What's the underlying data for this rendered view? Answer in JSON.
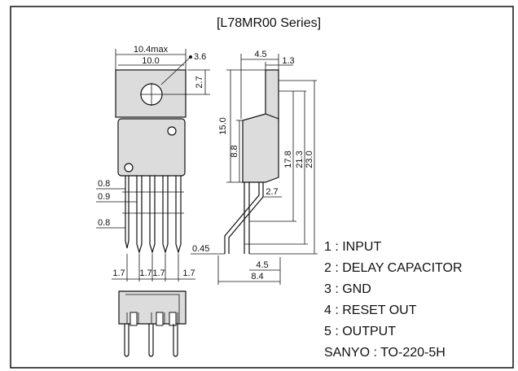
{
  "title": "[L78MR00 Series]",
  "front_view": {
    "dims": {
      "width_max": "10.4max",
      "width": "10.0",
      "hole_dia": "3.6",
      "hole_offset": "2.7",
      "lead_width_a": "0.8",
      "lead_width_b": "0.9",
      "lead_width_c": "0.8",
      "pitch_1": "1.7",
      "pitch_2": "1.7",
      "pitch_3": "1.7",
      "pitch_4": "1.7"
    }
  },
  "side_view": {
    "dims": {
      "tab_thickness": "4.5",
      "tab_offset": "1.3",
      "body_height": "15.0",
      "mold_height": "8.8",
      "height_17": "17.8",
      "height_21": "21.3",
      "height_23": "23.0",
      "bend": "2.7",
      "lead_thickness": "0.45",
      "lead_offset": "4.5",
      "overall_depth": "8.4"
    }
  },
  "pins": [
    "1 : INPUT",
    "2 : DELAY CAPACITOR",
    "3 : GND",
    "4 : RESET OUT",
    "5 : OUTPUT"
  ],
  "package": "SANYO : TO-220-5H"
}
